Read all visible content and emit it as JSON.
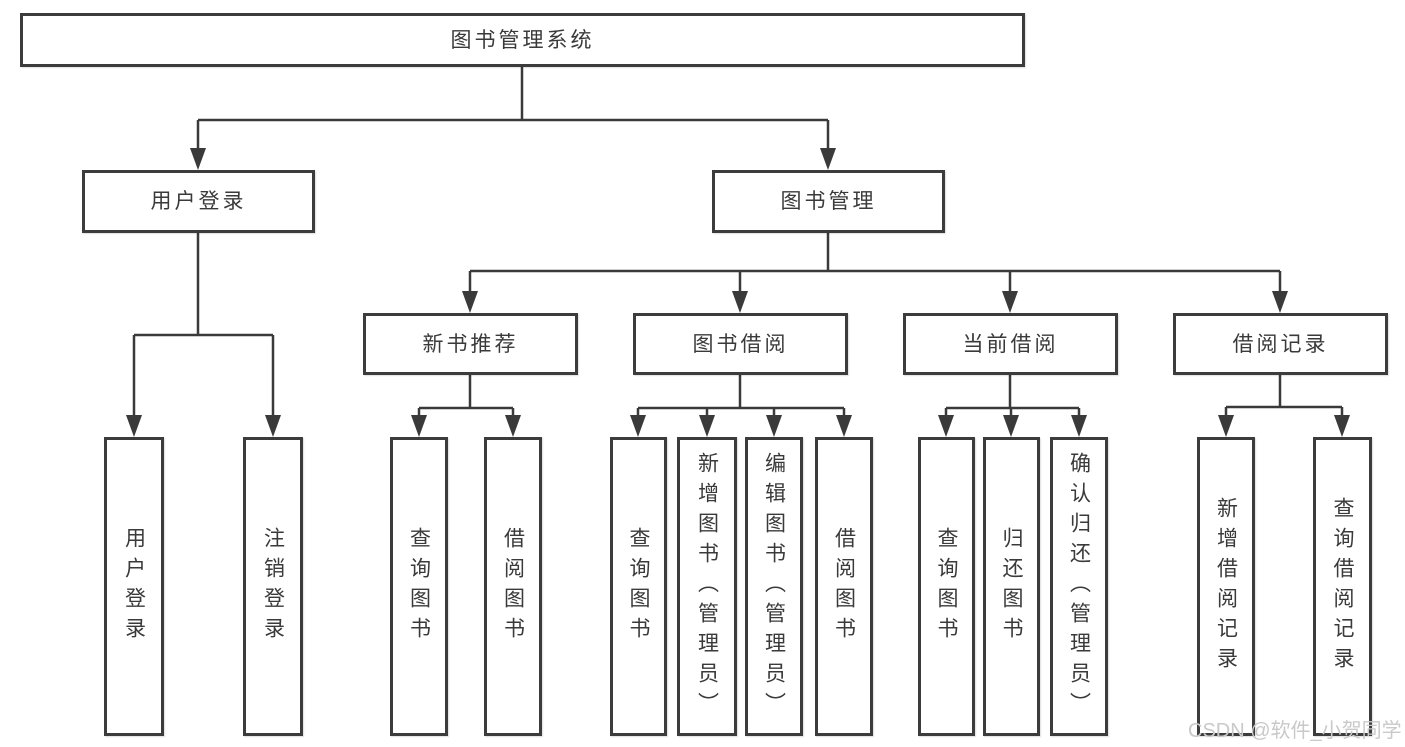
{
  "diagram": {
    "type": "hierarchy-tree",
    "root": {
      "label": "图书管理系统",
      "children": [
        {
          "label": "用户登录",
          "children": [
            {
              "label": "用户登录"
            },
            {
              "label": "注销登录"
            }
          ]
        },
        {
          "label": "图书管理",
          "children": [
            {
              "label": "新书推荐",
              "children": [
                {
                  "label": "查询图书"
                },
                {
                  "label": "借阅图书"
                }
              ]
            },
            {
              "label": "图书借阅",
              "children": [
                {
                  "label": "查询图书"
                },
                {
                  "label": "新增图书（管理员）"
                },
                {
                  "label": "编辑图书（管理员）"
                },
                {
                  "label": "借阅图书"
                }
              ]
            },
            {
              "label": "当前借阅",
              "children": [
                {
                  "label": "查询图书"
                },
                {
                  "label": "归还图书"
                },
                {
                  "label": "确认归还（管理员）"
                }
              ]
            },
            {
              "label": "借阅记录",
              "children": [
                {
                  "label": "新增借阅记录"
                },
                {
                  "label": "查询借阅记录"
                }
              ]
            }
          ]
        }
      ]
    }
  },
  "watermark": {
    "text": "CSDN @软件_小贺同学"
  },
  "colors": {
    "background": "#ffffff",
    "box_border": "#3c3c3c",
    "line": "#3a3a3a",
    "text": "#3a3a3a",
    "watermark": "#c9c9c9"
  }
}
